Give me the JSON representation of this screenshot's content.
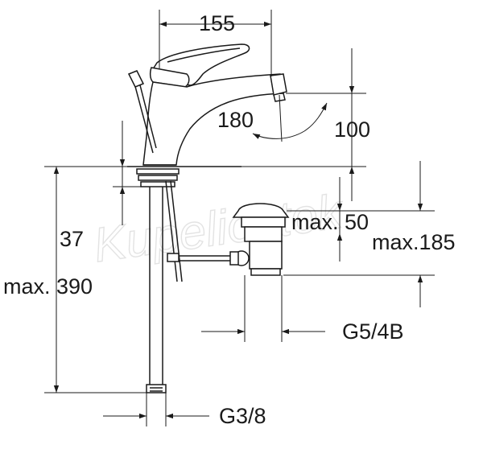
{
  "watermark": "Kupeliostok",
  "dimensions": {
    "width_top": "155",
    "rotation": "180",
    "spout_height": "100",
    "pipe_length": "37",
    "max_length": "max. 390",
    "pop_up_min": "max. 50",
    "pop_up_max": "max.185",
    "waste_thread": "G5/4B",
    "supply_thread": "G3/8"
  },
  "colors": {
    "line": "#1a1a1a",
    "watermark": "#e3e3e3"
  }
}
